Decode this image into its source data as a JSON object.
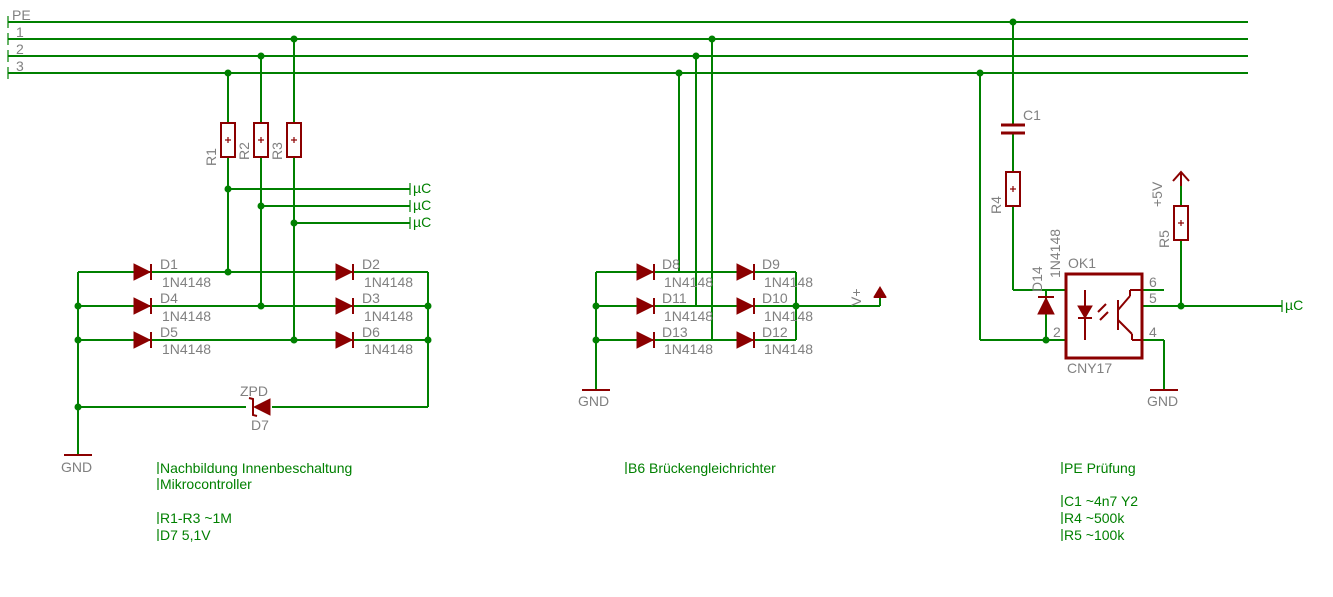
{
  "nets": {
    "pe": "PE",
    "l1": "1",
    "l2": "2",
    "l3": "3"
  },
  "resistors": {
    "r1": "R1",
    "r2": "R2",
    "r3": "R3",
    "r4": "R4",
    "r5": "R5"
  },
  "uc": "µC",
  "diodes": {
    "d1": "D1",
    "d2": "D2",
    "d3": "D3",
    "d4": "D4",
    "d5": "D5",
    "d6": "D6",
    "d7": "D7",
    "d8": "D8",
    "d9": "D9",
    "d10": "D10",
    "d11": "D11",
    "d12": "D12",
    "d13": "D13",
    "d14": "D14"
  },
  "diode_type": "1N4148",
  "zpd": "ZPD",
  "gnd": "GND",
  "vplus": "V+",
  "plus5v": "+5V",
  "c1": "C1",
  "optocoupler": {
    "name": "OK1",
    "type": "CNY17",
    "pins": [
      "6",
      "5",
      "4",
      "2"
    ]
  },
  "notes": {
    "left": {
      "line1": "Nachbildung Innenbeschaltung",
      "line2": "Mikrocontroller",
      "line3": "R1-R3 ~1M",
      "line4": "D7 5,1V"
    },
    "middle": {
      "line1": "B6 Brückengleichrichter"
    },
    "right": {
      "line1": "PE Prüfung",
      "line2": "C1 ~4n7 Y2",
      "line3": "R4 ~500k",
      "line4": "R5 ~100k"
    }
  },
  "colors": {
    "wire": "#008000",
    "symbol": "#8b0000",
    "label": "#808080",
    "background": "#ffffff"
  }
}
